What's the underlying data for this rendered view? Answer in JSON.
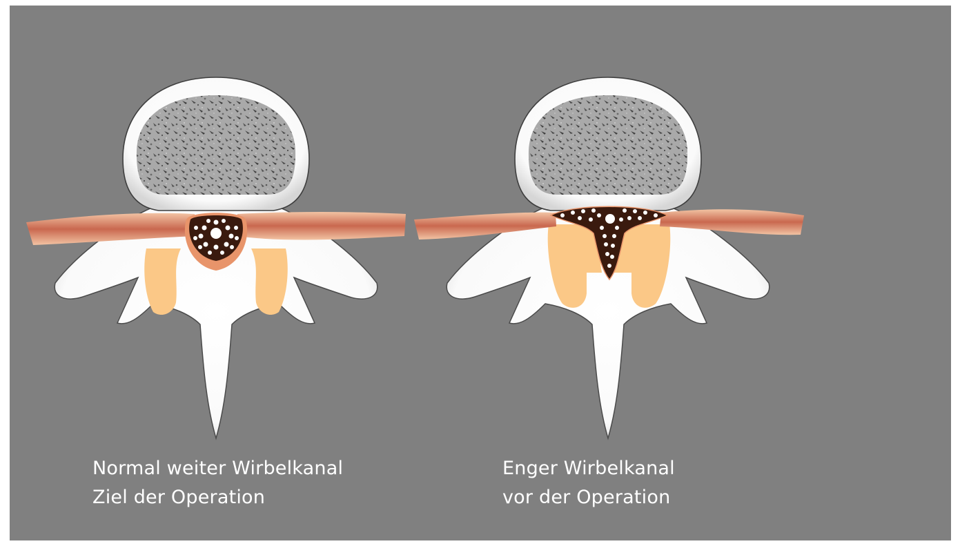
{
  "captions": {
    "left": {
      "line1": "Normal weiter Wirbelkanal",
      "line2": "Ziel der Operation"
    },
    "right": {
      "line1": "Enger Wirbelkanal",
      "line2": "vor der Operation"
    }
  },
  "colors": {
    "background": "#808080",
    "bone": "#ffffff",
    "outline": "#4a4a4a",
    "ligament": "#d9805f",
    "joint": "#fbc887",
    "canal": "#3a1a0e",
    "dura": "#e8946a"
  }
}
